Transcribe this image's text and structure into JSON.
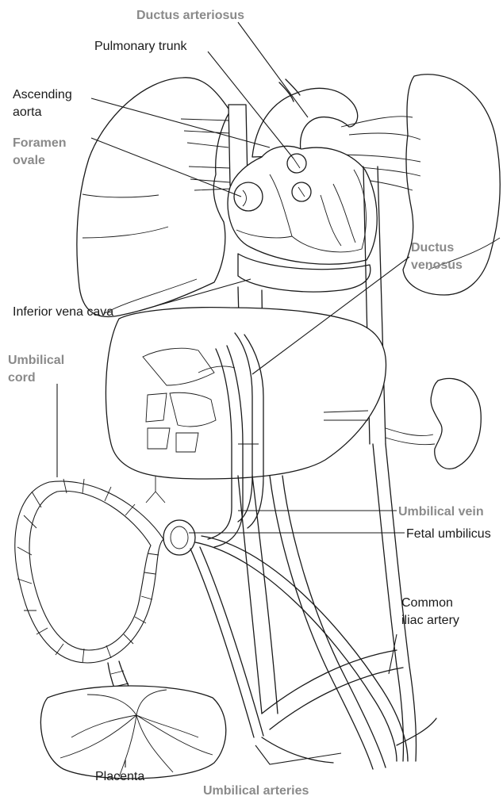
{
  "labels": {
    "ductus_arteriosus": "Ductus arteriosus",
    "pulmonary_trunk": "Pulmonary trunk",
    "ascending_aorta_1": "Ascending",
    "ascending_aorta_2": "aorta",
    "foramen_ovale_1": "Foramen",
    "foramen_ovale_2": "ovale",
    "inferior_vena_cava": "Inferior vena cava",
    "ductus_venosus_1": "Ductus",
    "ductus_venosus_2": "venosus",
    "umbilical_cord_1": "Umbilical",
    "umbilical_cord_2": "cord",
    "umbilical_vein": "Umbilical vein",
    "fetal_umbilicus": "Fetal umbilicus",
    "common_iliac_1": "Common",
    "common_iliac_2": "iliac artery",
    "placenta": "Placenta",
    "umbilical_arteries": "Umbilical arteries"
  },
  "colors": {
    "highlight_label": "#8a8a8a",
    "label": "#1a1a1a",
    "line": "#1a1a1a"
  }
}
